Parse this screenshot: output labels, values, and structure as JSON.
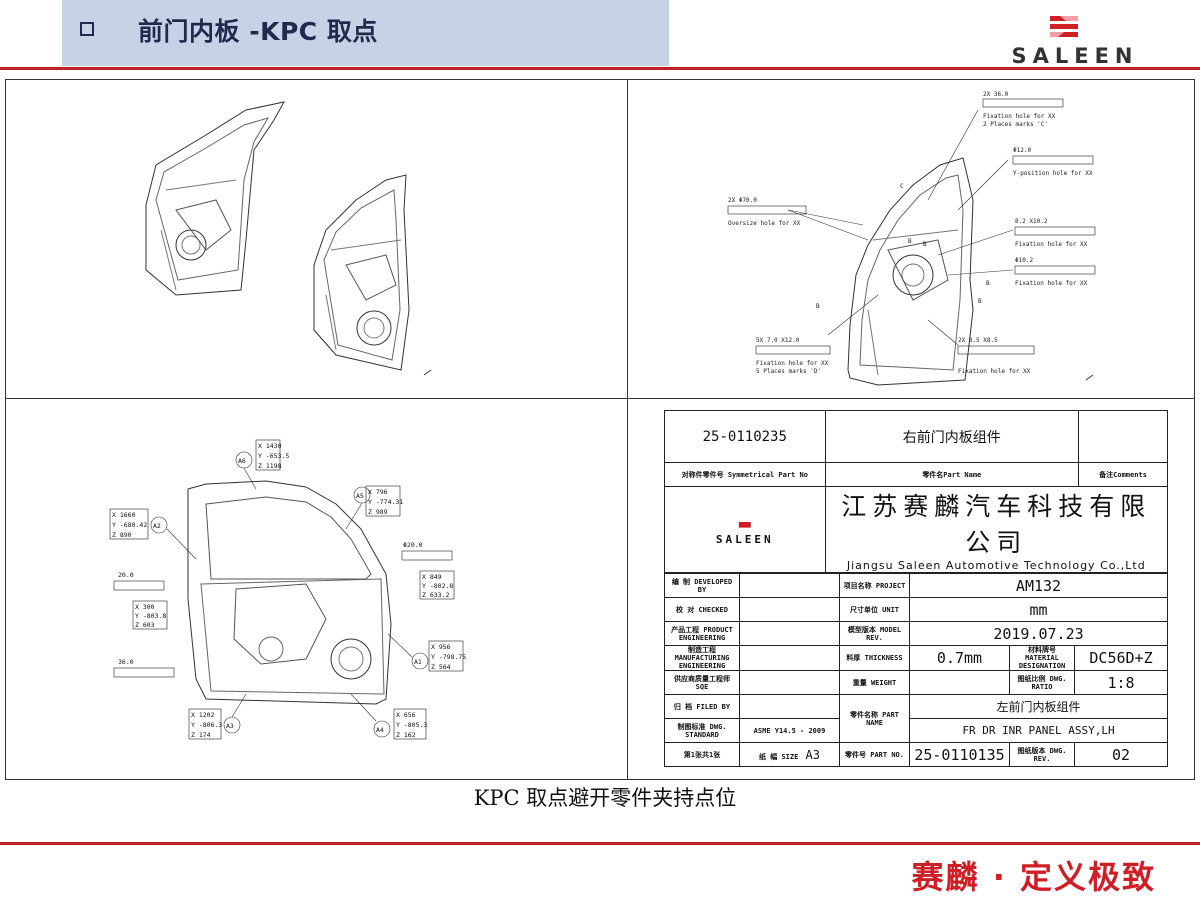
{
  "header": {
    "title": "前门内板 -KPC  取点",
    "logo_text": "SALEEN",
    "accent_color": "#c0202a",
    "title_bg": "#c6d3e6"
  },
  "panels": {
    "top_right_notes": {
      "n1": "2X 36.0",
      "n1b": "Fixation hole for XX",
      "n1c": "2 Places marks 'C'",
      "n2": "Φ12.0",
      "n2b": "Y-position hole for XX",
      "n3": "2X Φ70.0",
      "n3b": "Oversize hole for XX",
      "n4": "8.2 X10.2",
      "n4b": "Fixation hole for XX",
      "n5": "Φ10.2",
      "n5b": "Fixation hole for XX",
      "n6": "5X 7.0 X12.0",
      "n6b": "Fixation hole for XX",
      "n6c": "5 Places marks 'D'",
      "n7": "2X 8.5 X8.5",
      "n7b": "Fixation hole for XX",
      "labels": [
        "C",
        "B",
        "B",
        "B",
        "B",
        "B"
      ]
    },
    "bottom_left_points": {
      "A6": [
        "X 1430",
        "Y -653.5",
        "Z 1198"
      ],
      "A5": [
        "X 796",
        "Y -774.31",
        "Z 989"
      ],
      "A2": [
        "X 1660",
        "Y -680.42",
        "Z 890"
      ],
      "A1": [
        "X 956",
        "Y -798.75",
        "Z 564"
      ],
      "A3": [
        "X 1202",
        "Y -806.3",
        "Z 174"
      ],
      "A4": [
        "X 656",
        "Y -805.3",
        "Z 162"
      ],
      "B1": [
        "X 849",
        "Y -802.8",
        "Z 633.2"
      ],
      "C1": [
        "X 300",
        "Y -803.8",
        "Z 603"
      ],
      "hole1": "20.0",
      "hole2": "36.0",
      "hole3": "Φ20.0"
    }
  },
  "title_block": {
    "sym_part_no": "25-0110235",
    "sym_part_name": "右前门内板组件",
    "lbl_sym": "对称件零件号 Symmetrical Part No",
    "lbl_partname": "零件名Part Name",
    "lbl_comments": "备注Comments",
    "corp_cn": "江苏赛麟汽车科技有限公司",
    "corp_en": "Jiangsu Saleen Automotive Technology Co.,Ltd",
    "lbl_developed": "编 制 DEVELOPED BY",
    "lbl_checked": "校 对 CHECKED",
    "lbl_product_eng": "产品工程 PRODUCT ENGINEERING",
    "lbl_mfg_eng": "制造工程 MANUFACTURING ENGINEERING",
    "lbl_soe": "供应商质量工程师 SQE",
    "lbl_filed": "归 档 FILED BY",
    "lbl_dwg_std": "制图标准 DWG. STANDARD",
    "dwg_std": "ASME Y14.5 - 2009",
    "lbl_sheet": "第1张共1张",
    "lbl_size": "纸 幅 SIZE",
    "size": "A3",
    "lbl_project": "项目名称 PROJECT",
    "project": "AM132",
    "lbl_unit": "尺寸单位 UNIT",
    "unit": "mm",
    "lbl_model_rev": "模型版本 MODEL REV.",
    "model_rev": "2019.07.23",
    "lbl_thickness": "料厚 THICKNESS",
    "thickness": "0.7mm",
    "lbl_material": "材料牌号 MATERIAL DESIGNATION",
    "material": "DC56D+Z",
    "lbl_weight": "重量 WEIGHT",
    "lbl_ratio": "图纸比例 DWG. RATIO",
    "ratio": "1:8",
    "lbl_part_name2": "零件名称 PART NAME",
    "part_name_cn": "左前门内板组件",
    "part_name_en": "FR DR INR PANEL ASSY,LH",
    "lbl_part_no": "零件号 PART NO.",
    "part_no": "25-0110135",
    "lbl_dwg_rev": "图纸版本 DWG. REV.",
    "dwg_rev": "02"
  },
  "caption": "KPC 取点避开零件夹持点位",
  "footer": {
    "slogan": "赛麟 · 定义极致",
    "slogan_color": "#d01e26"
  }
}
